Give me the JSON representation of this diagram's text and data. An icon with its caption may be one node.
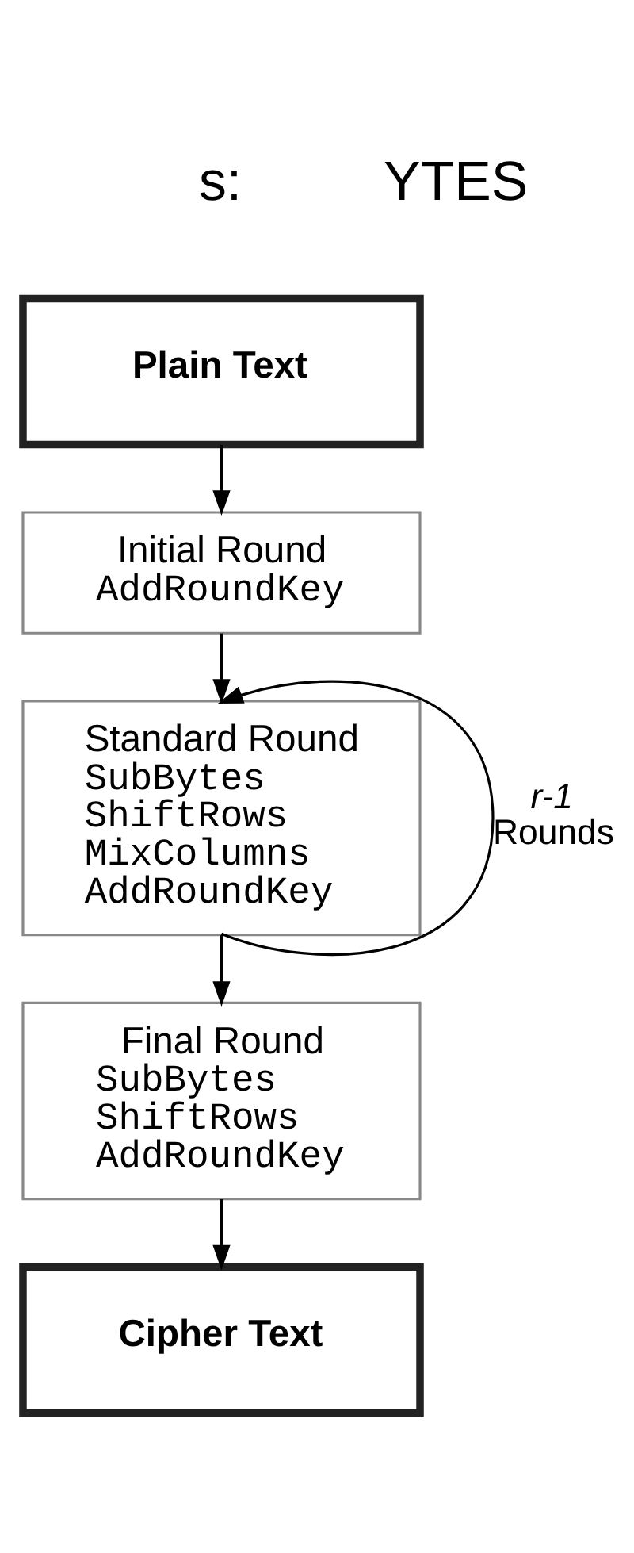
{
  "diagram": {
    "nodes": [
      {
        "text": [
          "Plain Text"
        ]
      },
      {
        "text": [
          "Initial Round",
          "AddRoundKey"
        ]
      },
      {
        "text": [
          "Standard Round",
          "SubBytes ShiftRows MixColumns AddRoundKey"
        ]
      },
      {
        "text": [
          "Final Round",
          "SubBytes ShiftRows AddRoundKey"
        ]
      },
      {
        "text": [
          "Cipher Text"
        ]
      }
    ],
    "edges": [
      {
        "from": 0,
        "to": 1,
        "arrow": "to"
      },
      {
        "from": 1,
        "to": 2,
        "arrow": "to"
      },
      {
        "from": 2,
        "to": 2,
        "arrow": "to",
        "label": "r-1 Rounds"
      },
      {
        "from": 2,
        "to": 3,
        "arrow": "to"
      },
      {
        "from": 3,
        "to": 4,
        "arrow": "to"
      }
    ],
    "labels": [
      "s:",
      "YTES"
    ]
  }
}
